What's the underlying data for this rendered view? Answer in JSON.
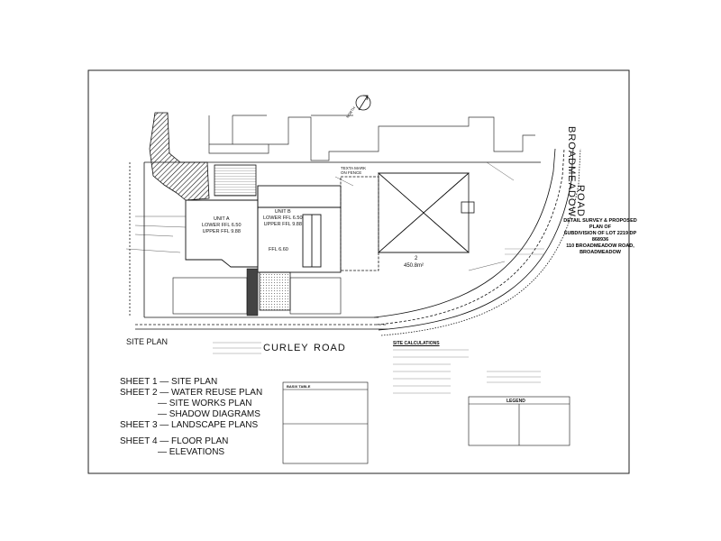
{
  "roads": {
    "broadmeadow": "BROADMEADOW",
    "road_suffix": "ROAD",
    "curley": "CURLEY",
    "curley_suffix": "ROAD"
  },
  "site_plan_label": "SITE PLAN",
  "north_label": "NORTH",
  "units": {
    "unit_a": {
      "name": "UNIT A",
      "lower": "LOWER FFL 6.50",
      "upper": "UPPER FFL 9.88"
    },
    "unit_b": {
      "name": "UNIT B",
      "lower": "LOWER FFL 6.50",
      "upper": "UPPER FFL 9.88",
      "ffl": "FFL 6.60"
    }
  },
  "lot2": {
    "number": "2",
    "area": "450.8m²"
  },
  "fence_note": [
    "TEXTA MARK",
    "ON FENCE"
  ],
  "title_block": [
    "DETAIL SURVEY & PROPOSED PLAN OF",
    "SUBDIVISION OF LOT 2219 DP 868936",
    "110 BROADMEADOW ROAD,",
    "BROADMEADOW"
  ],
  "sheet_index": [
    "SHEET 1 — SITE PLAN",
    "SHEET 2 — WATER REUSE PLAN",
    "— SITE WORKS PLAN",
    "— SHADOW DIAGRAMS",
    "SHEET 3 — LANDSCAPE PLANS",
    "SHEET 4 — FLOOR PLAN",
    "— ELEVATIONS"
  ],
  "site_calculations": "SITE CALCULATIONS",
  "legend": "LEGEND",
  "basix_table": "BASIX TABLE"
}
